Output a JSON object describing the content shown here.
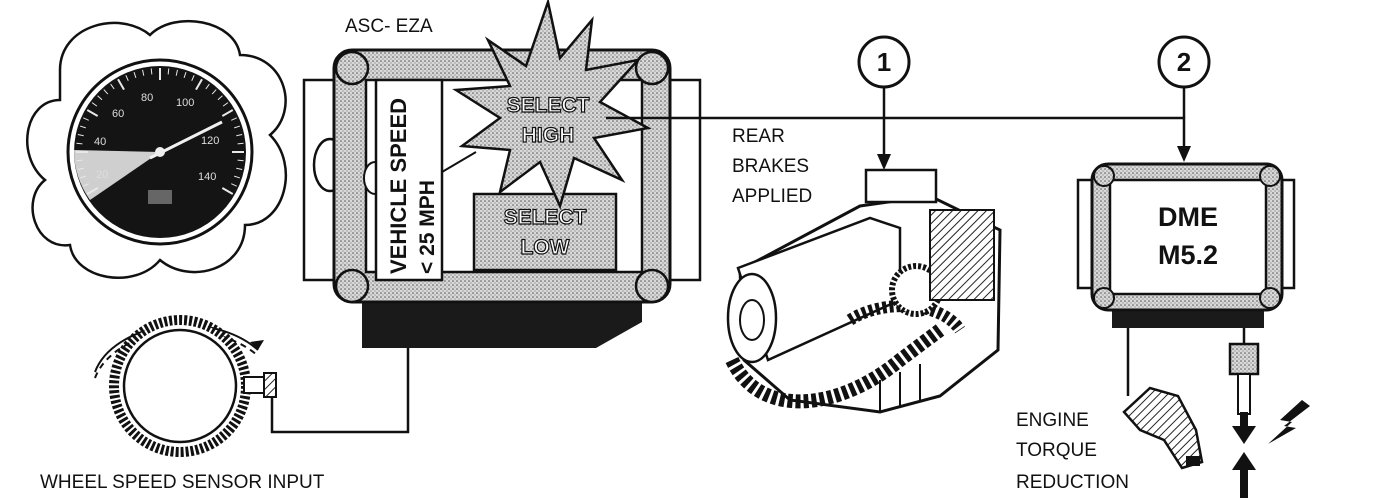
{
  "asc_module": {
    "title": "ASC- EZA",
    "vertical_label_1": "VEHICLE SPEED",
    "vertical_label_2": "< 25 MPH",
    "select_high": [
      "SELECT",
      "HIGH"
    ],
    "select_low": [
      "SELECT",
      "LOW"
    ]
  },
  "markers": {
    "one": "1",
    "two": "2"
  },
  "rear_brakes_label": [
    "REAR",
    "BRAKES",
    "APPLIED"
  ],
  "dme_module": {
    "line1": "DME",
    "line2": "M5.2"
  },
  "engine_label": [
    "ENGINE",
    "TORQUE",
    "REDUCTION"
  ],
  "wheel_sensor_label": "WHEEL SPEED SENSOR INPUT",
  "speedometer": {
    "ticks": [
      "20",
      "40",
      "60",
      "80",
      "100",
      "120",
      "140"
    ]
  }
}
